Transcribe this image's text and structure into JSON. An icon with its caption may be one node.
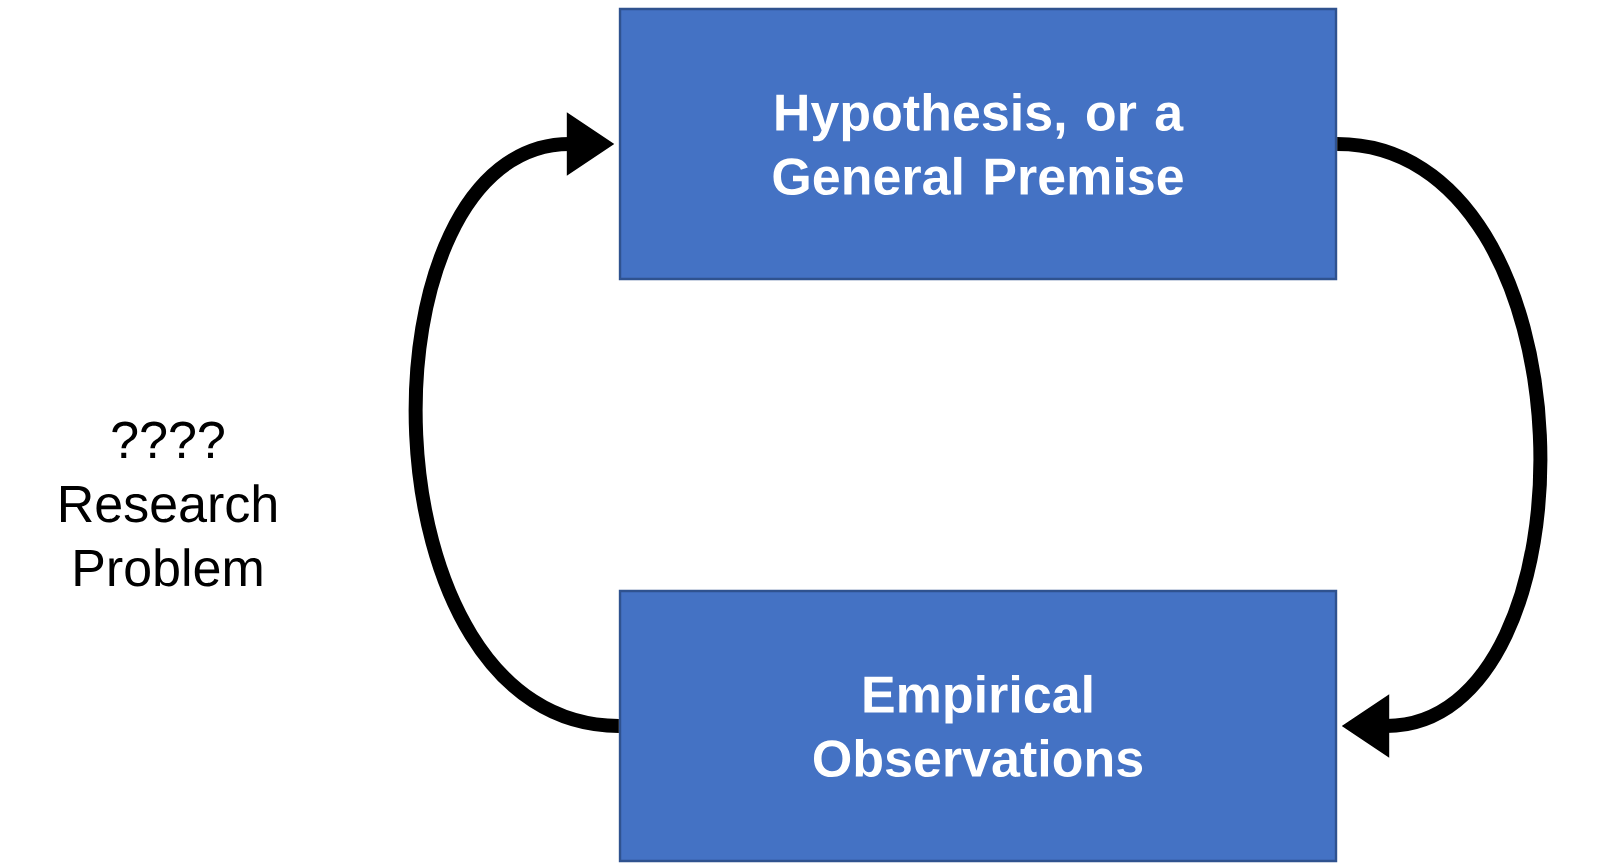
{
  "diagram": {
    "nodes": [
      {
        "text": [
          "Hypothesis, or a General Premise"
        ]
      },
      {
        "text": [
          "Empirical Observations"
        ]
      }
    ],
    "edges": [
      {
        "from": 0,
        "to": 1,
        "arrow": "to"
      },
      {
        "from": 1,
        "to": 0,
        "arrow": "to",
        "label": "???? Research Problem"
      }
    ]
  }
}
